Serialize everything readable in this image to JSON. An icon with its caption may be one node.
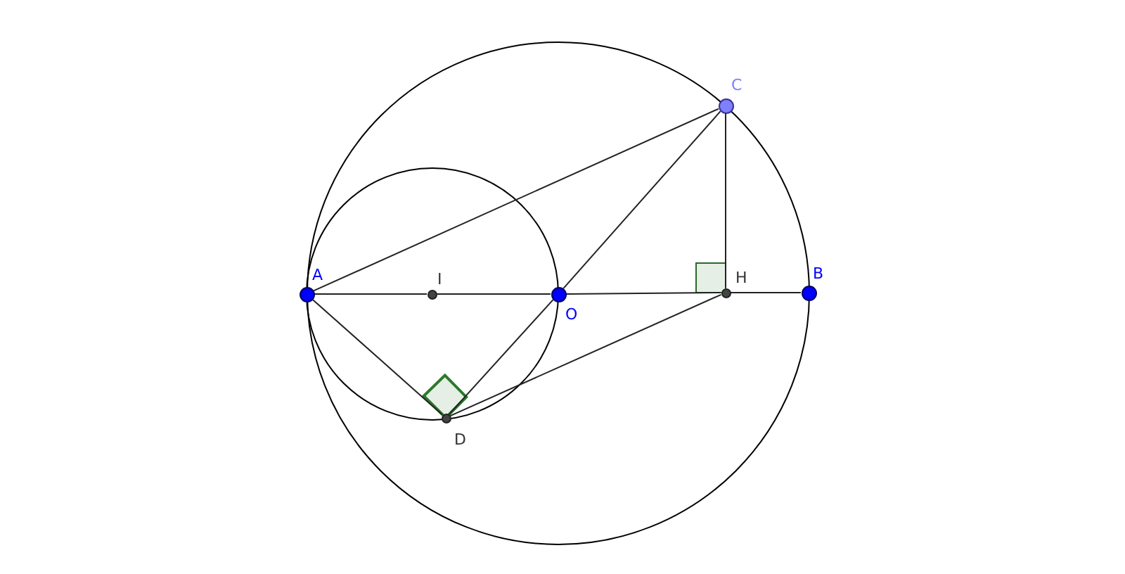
{
  "diagram": {
    "nodes": [
      {
        "text": [
          "C"
        ]
      },
      {
        "text": [
          "A"
        ]
      },
      {
        "text": [
          "I"
        ]
      },
      {
        "text": [
          "O"
        ]
      },
      {
        "text": [
          "H"
        ]
      },
      {
        "text": [
          "B"
        ]
      },
      {
        "text": [
          "D"
        ]
      }
    ],
    "edges": [
      {
        "from": 1,
        "to": 0,
        "arrow": "none"
      },
      {
        "from": 1,
        "to": 2,
        "arrow": "none"
      },
      {
        "from": 2,
        "to": 3,
        "arrow": "none"
      },
      {
        "from": 3,
        "to": 4,
        "arrow": "none"
      },
      {
        "from": 4,
        "to": 5,
        "arrow": "none"
      },
      {
        "from": 0,
        "to": 4,
        "arrow": "none"
      },
      {
        "from": 0,
        "to": 3,
        "arrow": "none"
      },
      {
        "from": 1,
        "to": 6,
        "arrow": "none"
      },
      {
        "from": 3,
        "to": 6,
        "arrow": "none"
      },
      {
        "from": 6,
        "to": 4,
        "arrow": "none"
      }
    ]
  }
}
